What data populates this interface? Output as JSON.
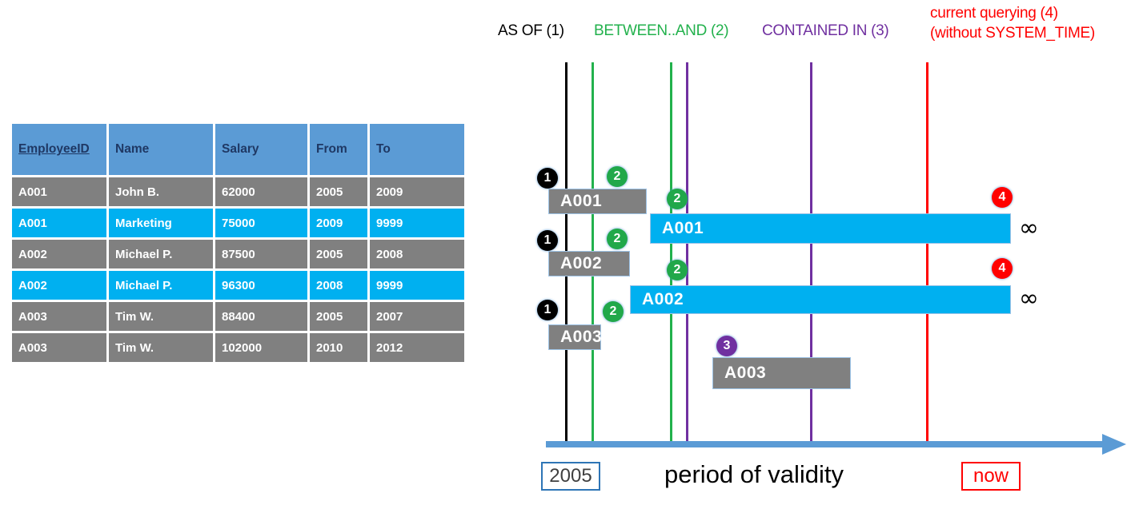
{
  "table": {
    "columns": [
      "EmployeeID",
      "Name",
      "Salary",
      "From",
      "To"
    ],
    "rows": [
      {
        "style": "gray",
        "cells": [
          "A001",
          "John  B.",
          "62000",
          "2005",
          "2009"
        ]
      },
      {
        "style": "cyan",
        "cells": [
          "A001",
          "Marketing",
          "75000",
          "2009",
          "9999"
        ]
      },
      {
        "style": "gray",
        "cells": [
          "A002",
          "Michael P.",
          "87500",
          "2005",
          "2008"
        ]
      },
      {
        "style": "cyan",
        "cells": [
          "A002",
          "Michael P.",
          "96300",
          "2008",
          "9999"
        ]
      },
      {
        "style": "gray",
        "cells": [
          "A003",
          "Tim W.",
          "88400",
          "2005",
          "2007"
        ]
      },
      {
        "style": "gray",
        "cells": [
          "A003",
          "Tim W.",
          "102000",
          "2010",
          "2012"
        ]
      }
    ]
  },
  "legend": {
    "as_of": "AS OF (1)",
    "between_and": "BETWEEN..AND (2)",
    "contained_in": "CONTAINED IN (3)",
    "current_line1": "current querying (4)",
    "current_line2": "(without SYSTEM_TIME)"
  },
  "colors": {
    "as_of": "#000000",
    "between_and": "#22B14C",
    "contained_in": "#7030A0",
    "current": "#FF0000",
    "header_blue": "#5B9BD5",
    "row_gray": "#808080",
    "row_cyan": "#00B0F0",
    "axis_blue": "#5B9BD5"
  },
  "timeline": {
    "bars": [
      {
        "id": "bar-a001-historic",
        "label": "A001",
        "style": "gray"
      },
      {
        "id": "bar-a001-current",
        "label": "A001",
        "style": "cyan"
      },
      {
        "id": "bar-a002-historic",
        "label": "A002",
        "style": "gray"
      },
      {
        "id": "bar-a002-current",
        "label": "A002",
        "style": "cyan"
      },
      {
        "id": "bar-a003-historic",
        "label": "A003",
        "style": "gray"
      },
      {
        "id": "bar-a003-second",
        "label": "A003",
        "style": "gray"
      }
    ],
    "markers": {
      "m1": "1",
      "m2": "2",
      "m3": "3",
      "m4": "4"
    },
    "infinity": "∞",
    "axis_title": "period of validity",
    "start_label": "2005",
    "now_label": "now"
  }
}
